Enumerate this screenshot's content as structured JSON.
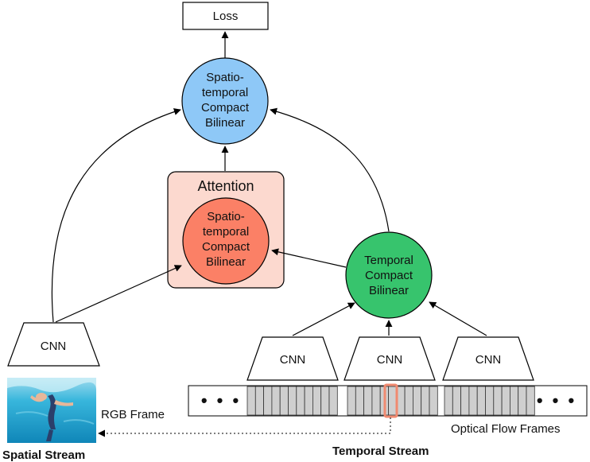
{
  "loss": {
    "label": "Loss"
  },
  "top_bilinear": {
    "lines": [
      "Spatio-",
      "temporal",
      "Compact",
      "Bilinear"
    ],
    "fill": "#8ec8f7"
  },
  "attention": {
    "title": "Attention",
    "box_fill": "#fcd9cf",
    "box_stroke": "#e06a52",
    "inner_lines": [
      "Spatio-",
      "temporal",
      "Compact",
      "Bilinear"
    ],
    "inner_fill": "#fb8066"
  },
  "temporal_bilinear": {
    "lines": [
      "Temporal",
      "Compact",
      "Bilinear"
    ],
    "fill": "#37c46d"
  },
  "cnn_label": "CNN",
  "frames": {
    "ellipsis": "• • •",
    "highlight_color": "#f08a70",
    "bar_fill": "#cfcfcf"
  },
  "rgb_frame_label": "RGB Frame",
  "optical_flow_label": "Optical Flow Frames",
  "spatial_stream_label": "Spatial Stream",
  "temporal_stream_label": "Temporal Stream"
}
